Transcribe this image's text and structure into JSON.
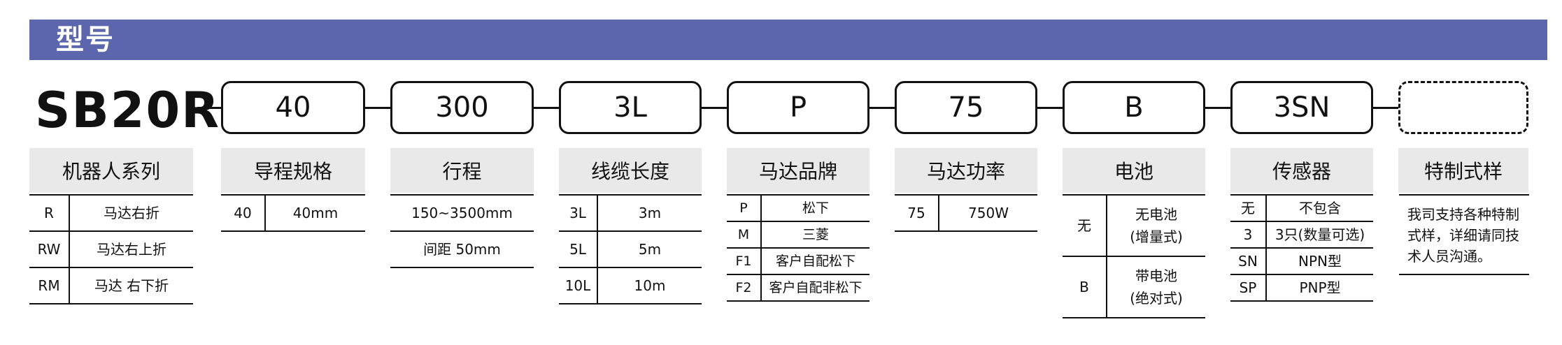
{
  "banner_title": "型号",
  "model_prefix": "SB20R",
  "segments": {
    "lead": {
      "code": "40",
      "header": "导程规格",
      "rows": [
        [
          "40",
          "40mm"
        ]
      ]
    },
    "stroke": {
      "code": "300",
      "header": "行程",
      "rows": [
        [
          "150~3500mm"
        ],
        [
          "间距 50mm"
        ]
      ]
    },
    "cable": {
      "code": "3L",
      "header": "线缆长度",
      "rows": [
        [
          "3L",
          "3m"
        ],
        [
          "5L",
          "5m"
        ],
        [
          "10L",
          "10m"
        ]
      ]
    },
    "motor_brand": {
      "code": "P",
      "header": "马达品牌",
      "rows": [
        [
          "P",
          "松下"
        ],
        [
          "M",
          "三菱"
        ],
        [
          "F1",
          "客户自配松下"
        ],
        [
          "F2",
          "客户自配非松下"
        ]
      ]
    },
    "motor_power": {
      "code": "75",
      "header": "马达功率",
      "rows": [
        [
          "75",
          "750W"
        ]
      ]
    },
    "battery": {
      "code": "B",
      "header": "电池",
      "rows": [
        [
          "无",
          "无电池\n(增量式)"
        ],
        [
          "B",
          "带电池\n(绝对式)"
        ]
      ]
    },
    "sensor": {
      "code": "3SN",
      "header": "传感器",
      "rows": [
        [
          "无",
          "不包含"
        ],
        [
          "3",
          "3只(数量可选)"
        ],
        [
          "SN",
          "NPN型"
        ],
        [
          "SP",
          "PNP型"
        ]
      ]
    },
    "special": {
      "code": "",
      "header": "特制式样",
      "text": "我司支持各种特制式样，详细请同技术人员沟通。"
    }
  },
  "robot_series": {
    "header": "机器人系列",
    "rows": [
      [
        "R",
        "马达右折"
      ],
      [
        "RW",
        "马达右上折"
      ],
      [
        "RM",
        "马达 右下折"
      ]
    ]
  }
}
